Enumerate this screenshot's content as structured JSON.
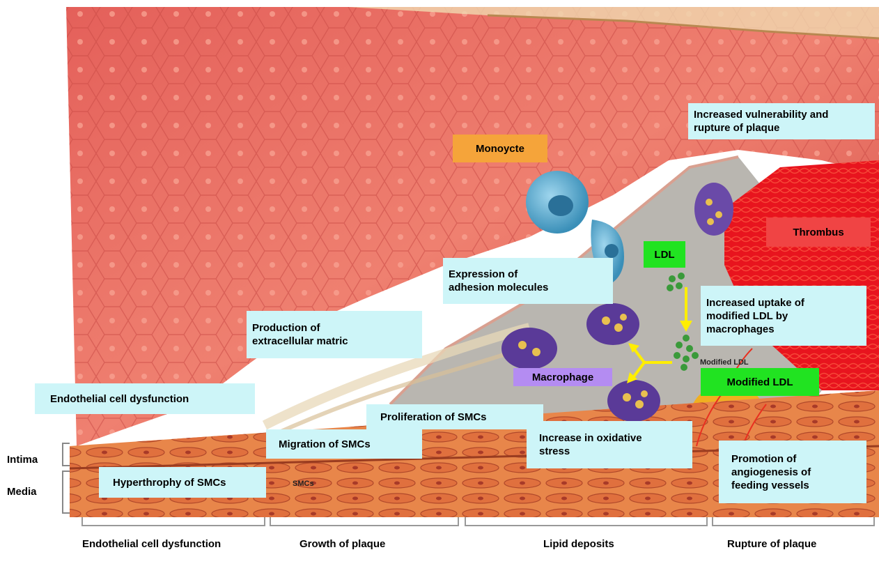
{
  "labels": {
    "monocyte": "Monoycte",
    "vulnerability": "Increased vulnerability and\nrupture of plaque",
    "thrombus": "Thrombus",
    "ldl": "LDL",
    "adhesion": "Expression of\nadhesion molecules",
    "uptake": "Increased uptake of\nmodified LDL by\nmacrophages",
    "ecm": "Production of\nextracellular matric",
    "macrophage": "Macrophage",
    "modified_ldl": "Modified LDL",
    "endothelial_dysfunction": "Endothelial cell dysfunction",
    "proliferation": "Proliferation of SMCs",
    "migration": "Migration of SMCs",
    "oxidative": "Increase in oxidative\nstress",
    "angiogenesis": "Promotion of\nangiogenesis of\nfeeding vessels",
    "hyperthrophy": "Hyperthrophy of SMCs",
    "smcs_small": "SMCs",
    "modified_ldl_small": "Modified LDL"
  },
  "layers": {
    "intima": "Intima",
    "media": "Media"
  },
  "stages": [
    "Endothelial cell dysfunction",
    "Growth of plaque",
    "Lipid deposits",
    "Rupture of plaque"
  ],
  "colors": {
    "label_bg": "#cdf5f8",
    "monocyte_label": "#f5a43a",
    "ldl_label": "#21e321",
    "thrombus_label": "#f04444",
    "macrophage_label": "#b48cf2",
    "arrow": "#ffee00"
  }
}
